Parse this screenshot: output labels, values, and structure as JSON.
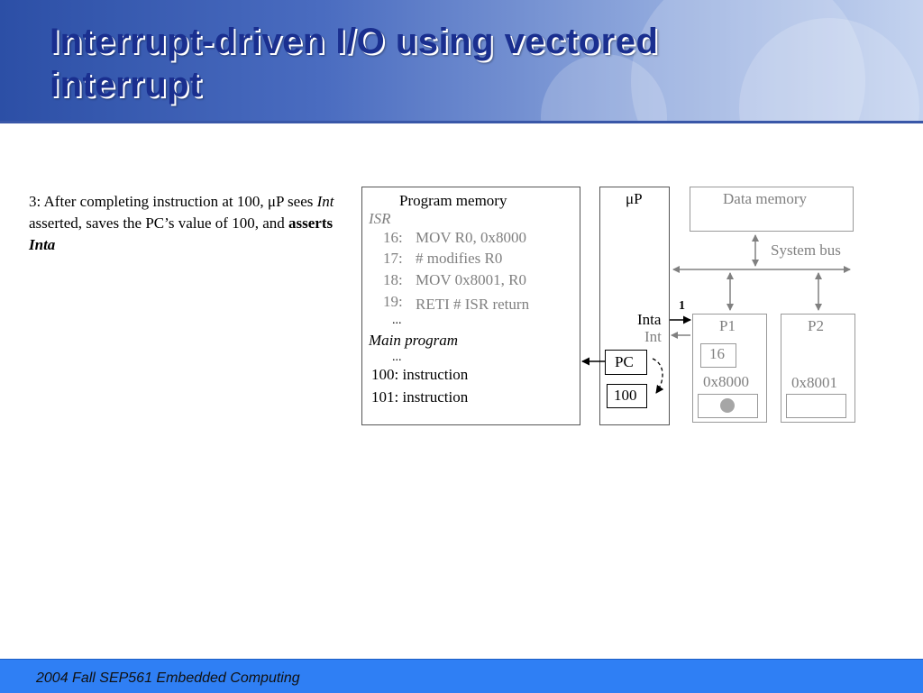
{
  "slide": {
    "title_line1": "Interrupt-driven I/O using vectored",
    "title_line2": "interrupt",
    "note_prefix": "3: After completing instruction at 100, μP sees ",
    "note_int": "Int",
    "note_middle": " asserted, saves the PC’s value of 100, and ",
    "note_asserts": "asserts",
    "note_inta": "Inta",
    "footer": "2004  Fall SEP561 Embedded Computing"
  },
  "diagram": {
    "program_memory_label": "Program memory",
    "isr_label": "ISR",
    "isr_lines": [
      {
        "addr": "16:",
        "code": "MOV R0, 0x8000"
      },
      {
        "addr": "17:",
        "code": "# modifies R0"
      },
      {
        "addr": "18:",
        "code": "MOV 0x8001, R0"
      },
      {
        "addr": "19:",
        "code": "RETI  # ISR return"
      }
    ],
    "ellipsis_1": "...",
    "main_program_label": "Main program",
    "ellipsis_2": "...",
    "main_lines": [
      "100:  instruction",
      "101:  instruction"
    ],
    "up_label": "μP",
    "pc_label": "PC",
    "pc_value": "100",
    "inta_label": "Inta",
    "int_label": "Int",
    "step_marker": "1",
    "data_memory_label": "Data memory",
    "system_bus_label": "System bus",
    "p1_label": "P1",
    "p1_value": "16",
    "p1_address": "0x8000",
    "p2_label": "P2",
    "p2_address": "0x8001"
  }
}
